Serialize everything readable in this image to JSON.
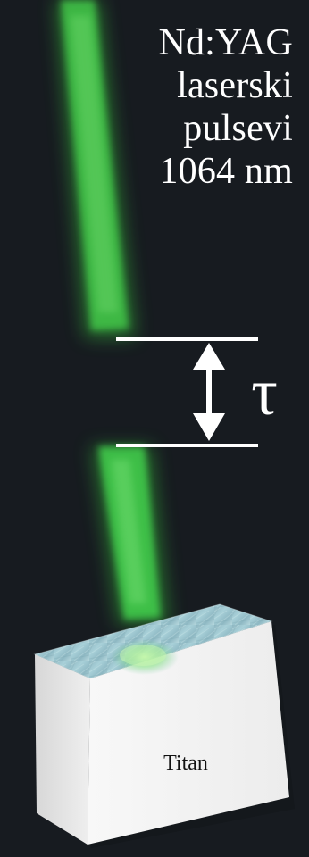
{
  "caption": {
    "line1": "Nd:YAG",
    "line2": "laserski",
    "line3": "pulsevi",
    "line4": "1064 nm"
  },
  "delay_symbol": "τ",
  "material_label": "Titan",
  "colors": {
    "background": "#171b20",
    "laser": "#43d94e",
    "block_top": "#9fc5cf",
    "block_side": "#f3f3f3",
    "marker": "#ffffff"
  }
}
